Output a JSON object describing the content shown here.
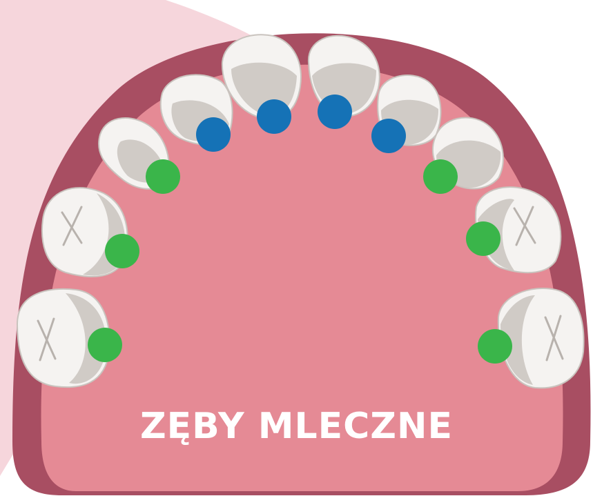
{
  "title": "ZĘBY MLECZNE",
  "colors": {
    "background_blob": "#f6d6dc",
    "gum_outer": "#a84e62",
    "palate": "#e58a95",
    "tooth_white": "#f5f3f1",
    "tooth_shadow": "#c9c3be",
    "incisor_marker": "#1572b6",
    "other_marker": "#3ab54a",
    "title_text": "#ffffff"
  },
  "teeth": [
    {
      "id": "molar-2-left",
      "kind": "molar",
      "marker": "other_marker"
    },
    {
      "id": "molar-1-left",
      "kind": "molar",
      "marker": "other_marker"
    },
    {
      "id": "canine-left",
      "kind": "canine",
      "marker": "other_marker"
    },
    {
      "id": "lateral-incisor-left",
      "kind": "incisor",
      "marker": "incisor_marker"
    },
    {
      "id": "central-incisor-left",
      "kind": "incisor",
      "marker": "incisor_marker"
    },
    {
      "id": "central-incisor-right",
      "kind": "incisor",
      "marker": "incisor_marker"
    },
    {
      "id": "lateral-incisor-right",
      "kind": "incisor",
      "marker": "incisor_marker"
    },
    {
      "id": "canine-right",
      "kind": "canine",
      "marker": "other_marker"
    },
    {
      "id": "molar-1-right",
      "kind": "molar",
      "marker": "other_marker"
    },
    {
      "id": "molar-2-right",
      "kind": "molar",
      "marker": "other_marker"
    }
  ]
}
